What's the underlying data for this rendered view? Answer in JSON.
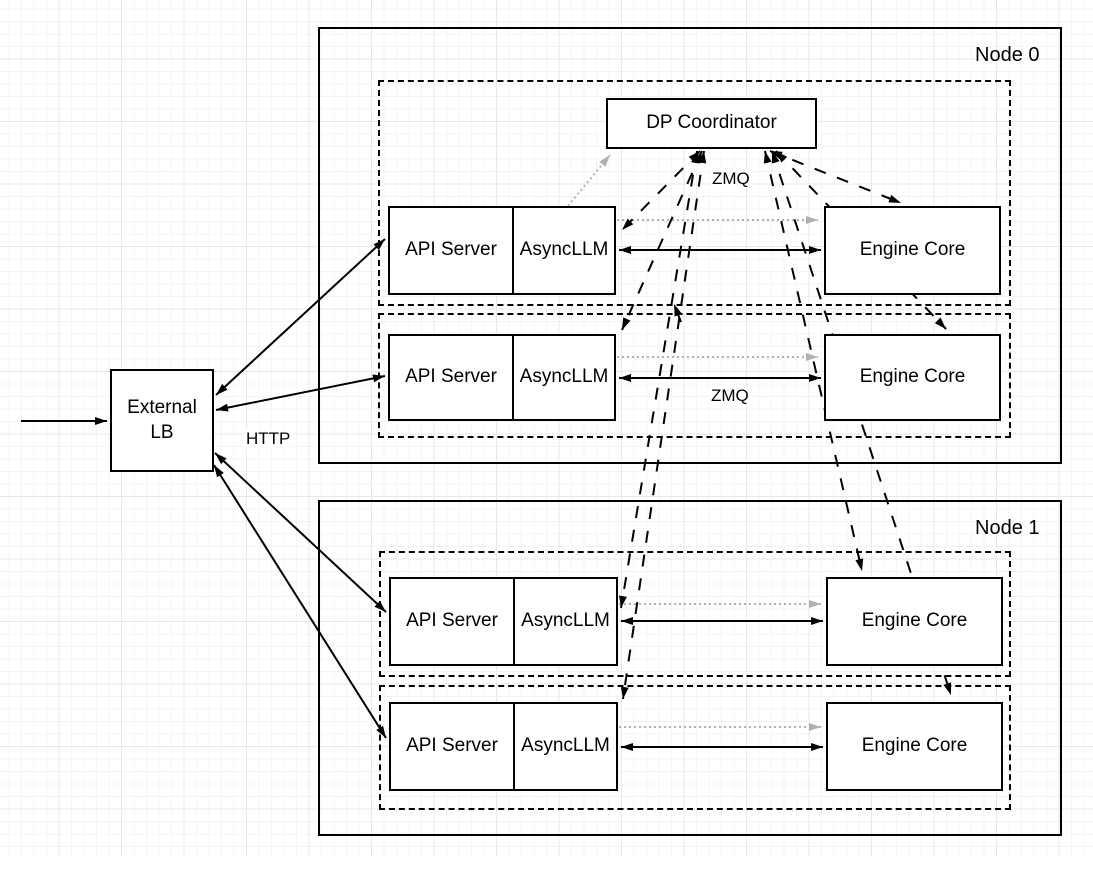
{
  "colors": {
    "stroke": "#000000",
    "dotted_gray": "#b0b0b0",
    "box_fill": "#ffffff",
    "grid_minor": "#f4f4f4",
    "grid_major": "#e8e8e8"
  },
  "external_lb": {
    "line1": "External",
    "line2": "LB"
  },
  "labels": {
    "http": "HTTP",
    "zmq_coordinator": "ZMQ",
    "zmq_row2": "ZMQ"
  },
  "nodes": [
    {
      "label": "Node 0",
      "coordinator_label": "DP Coordinator",
      "rows": [
        {
          "api": "API Server",
          "async": "AsyncLLM",
          "engine": "Engine Core"
        },
        {
          "api": "API Server",
          "async": "AsyncLLM",
          "engine": "Engine Core"
        }
      ]
    },
    {
      "label": "Node 1",
      "rows": [
        {
          "api": "API Server",
          "async": "AsyncLLM",
          "engine": "Engine Core"
        },
        {
          "api": "API Server",
          "async": "AsyncLLM",
          "engine": "Engine Core"
        }
      ]
    }
  ]
}
